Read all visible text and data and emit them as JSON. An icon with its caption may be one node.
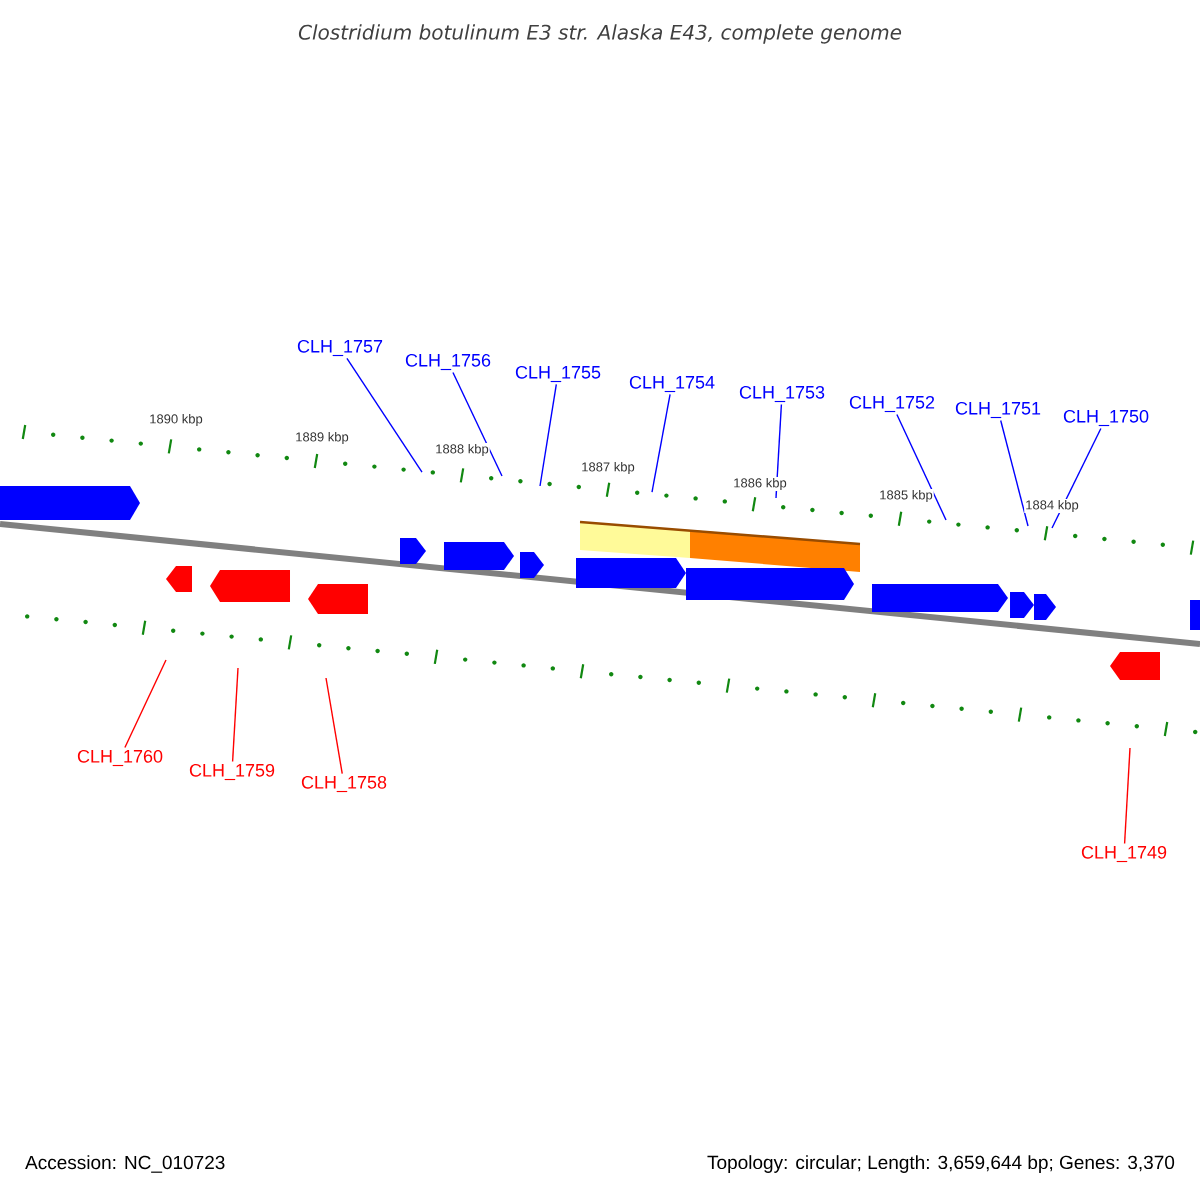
{
  "diagram": {
    "title": "Clostridium botulinum E3 str. Alaska E43, complete genome",
    "nodes": [
      {
        "text": [
          "CLH_1757"
        ]
      },
      {
        "text": [
          "CLH_1756"
        ]
      },
      {
        "text": [
          "CLH_1755"
        ]
      },
      {
        "text": [
          "CLH_1754"
        ]
      },
      {
        "text": [
          "CLH_1753"
        ]
      },
      {
        "text": [
          "CLH_1752"
        ]
      },
      {
        "text": [
          "CLH_1751"
        ]
      },
      {
        "text": [
          "CLH_1750"
        ]
      },
      {
        "text": [
          "CLH_1760"
        ]
      },
      {
        "text": [
          "CLH_1759"
        ]
      },
      {
        "text": [
          "CLH_1758"
        ]
      },
      {
        "text": [
          "CLH_1749"
        ]
      },
      {
        "text": [],
        "shape": "bar"
      },
      {
        "text": [],
        "shape": "bar"
      },
      {
        "text": [],
        "shape": "bar"
      },
      {
        "text": [],
        "shape": "bar"
      },
      {
        "text": [],
        "shape": "bar"
      },
      {
        "text": [],
        "shape": "bar"
      },
      {
        "text": [],
        "shape": "bar"
      },
      {
        "text": [],
        "shape": "bar"
      },
      {
        "text": [],
        "shape": "bar"
      },
      {
        "text": [],
        "shape": "bar"
      },
      {
        "text": [],
        "shape": "bar"
      },
      {
        "text": [],
        "shape": "bar"
      },
      {
        "text": [],
        "shape": "bar"
      },
      {
        "text": [],
        "shape": "bar"
      }
    ],
    "edges": [
      {
        "from": 0,
        "to": 16,
        "arrow": "none"
      },
      {
        "from": 1,
        "to": 17,
        "arrow": "none"
      },
      {
        "from": 2,
        "to": 18,
        "arrow": "none"
      },
      {
        "from": 3,
        "to": 19,
        "arrow": "none"
      },
      {
        "from": 4,
        "to": 20,
        "arrow": "none"
      },
      {
        "from": 5,
        "to": 21,
        "arrow": "none"
      },
      {
        "from": 6,
        "to": 22,
        "arrow": "none"
      },
      {
        "from": 7,
        "to": 23,
        "arrow": "none"
      },
      {
        "from": 8,
        "to": 13,
        "arrow": "none",
        "color": "#ff0000"
      },
      {
        "from": 9,
        "to": 14,
        "arrow": "none",
        "color": "#ff0000"
      },
      {
        "from": 10,
        "to": 15,
        "arrow": "none",
        "color": "#ff0000"
      },
      {
        "from": 11,
        "to": 24,
        "arrow": "none",
        "color": "#ff0000"
      }
    ],
    "labels": [
      "1890 kbp",
      "1889 kbp",
      "1888 kbp",
      "1887 kbp",
      "1886 kbp",
      "1885 kbp",
      "1884 kbp",
      "Accession: NC_010723",
      "Topology: circular; Length: 3,659,644 bp; Genes: 3,370"
    ]
  }
}
